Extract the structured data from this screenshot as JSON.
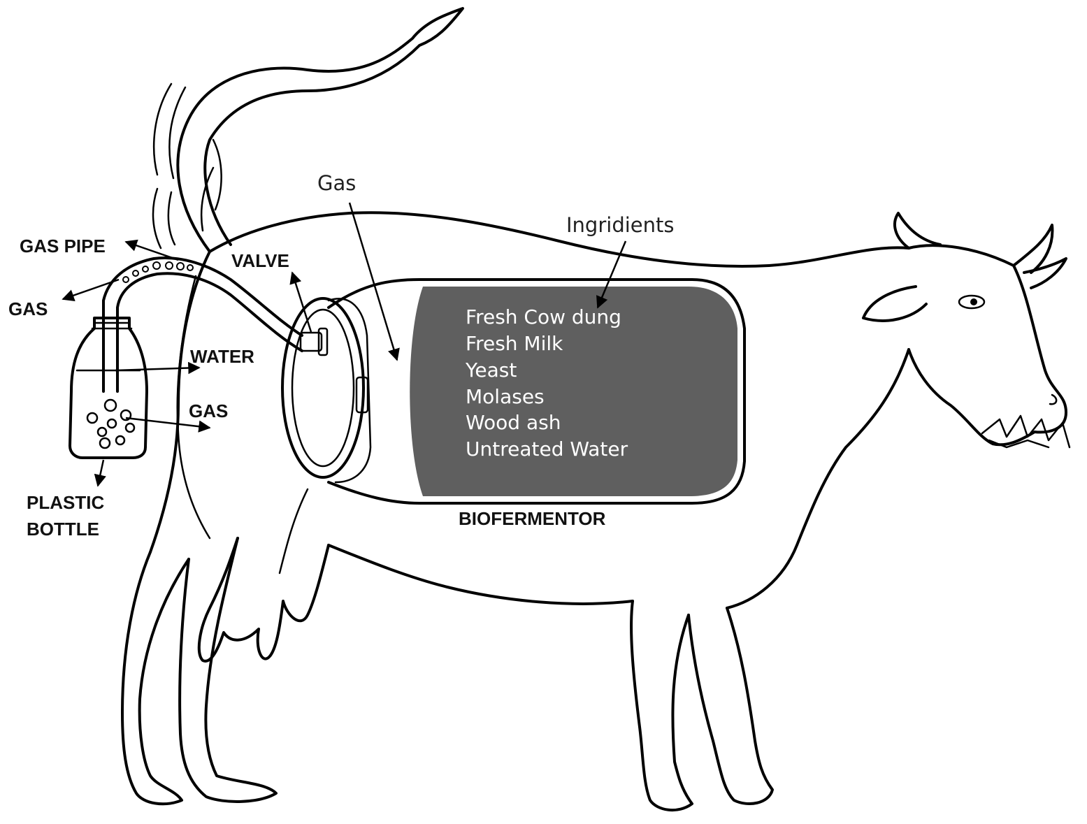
{
  "labels": {
    "gas_pipe": "GAS PIPE",
    "gas_left": "GAS",
    "valve": "VALVE",
    "water": "WATER",
    "gas_bottle": "GAS",
    "plastic_bottle_line1": "PLASTIC",
    "plastic_bottle_line2": "BOTTLE",
    "gas_top": "Gas",
    "ingredients_header": "Ingridients",
    "biofermentor": "BIOFERMENTOR"
  },
  "ingredients": [
    "Fresh Cow dung",
    "Fresh Milk",
    "Yeast",
    "Molases",
    "Wood ash",
    "Untreated Water"
  ],
  "colors": {
    "ink": "#000000",
    "tank_fill": "#5f5f5f",
    "ingredient_text": "#ffffff",
    "background": "#ffffff"
  },
  "icons": [
    "cow-outline",
    "tank-drum",
    "plastic-bottle",
    "gas-bubbles",
    "valve"
  ]
}
